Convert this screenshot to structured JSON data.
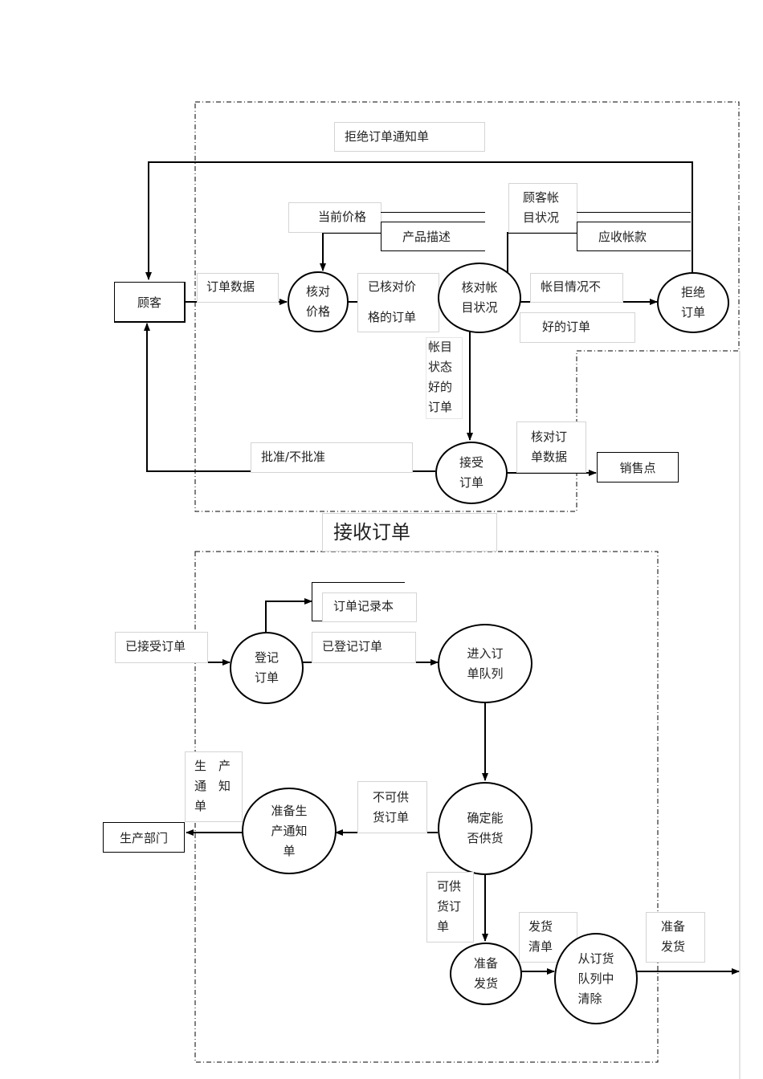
{
  "entities": {
    "customer": "顾客",
    "sales_point": "销售点",
    "production_dept": "生产部门"
  },
  "processes": {
    "check_price": "核对\n价格",
    "check_account": "核对帐\n目状况",
    "reject_order": "拒绝\n订单",
    "accept_order": "接受\n订单",
    "register_order": "登记\n订单",
    "enter_queue": "进入订\n单队列",
    "determine_supply": "确定能\n否供货",
    "prepare_notice": "准备生\n产通知\n单",
    "prepare_shipment": "准备\n发货",
    "clear_queue": "从订货\n队列中\n清除"
  },
  "stores": {
    "product_desc": "产品描述",
    "receivables": "应收帐款",
    "order_record": "订单记录本"
  },
  "flows": {
    "reject_notice": "拒绝订单通知单",
    "current_price": "当前价格",
    "customer_account_status": "顾客帐\n目状况",
    "order_data": "订单数据",
    "price_checked_1": "已核对价",
    "price_checked_2": "格的订单",
    "bad_account_1": "帐目情况不",
    "bad_account_2": "好的订单",
    "good_account": "帐目\n状态\n好的\n订单",
    "approve": "批准/不批准",
    "checked_order_data": "核对订\n单数据",
    "accepted_order": "已接受订单",
    "registered_order": "已登记订单",
    "production_notice": "生　产\n通　知\n单",
    "cannot_supply": "不可供\n货订单",
    "can_supply": "可供\n货订\n单",
    "shipping_list": "发货\n清单",
    "prepare_ship": "准备\n发货"
  },
  "section_title": "接收订单"
}
